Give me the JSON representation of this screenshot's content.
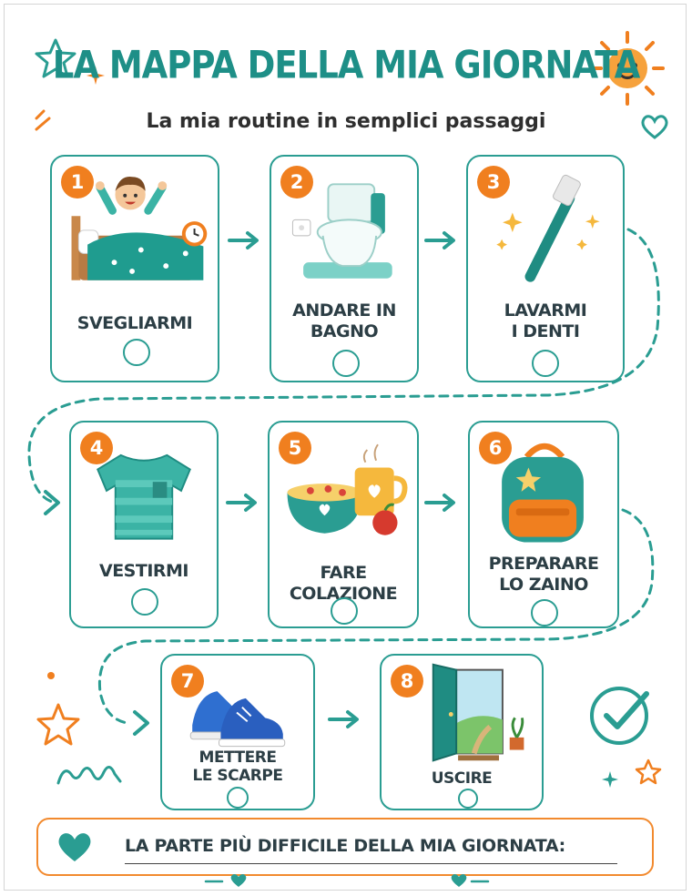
{
  "header": {
    "title": "LA MAPPA DELLA MIA GIORNATA",
    "subtitle": "La mia routine in semplici passaggi"
  },
  "steps": [
    {
      "number": "1",
      "label_lines": [
        "SVEGLIARMI"
      ]
    },
    {
      "number": "2",
      "label_lines": [
        "ANDARE IN",
        "BAGNO"
      ]
    },
    {
      "number": "3",
      "label_lines": [
        "LAVARMI",
        "I DENTI"
      ]
    },
    {
      "number": "4",
      "label_lines": [
        "VESTIRMI"
      ]
    },
    {
      "number": "5",
      "label_lines": [
        "FARE COLAZIONE"
      ]
    },
    {
      "number": "6",
      "label_lines": [
        "PREPARARE",
        "LO ZAINO"
      ]
    },
    {
      "number": "7",
      "label_lines": [
        "METTERE",
        "LE SCARPE"
      ]
    },
    {
      "number": "8",
      "label_lines": [
        "USCIRE"
      ]
    }
  ],
  "footer": {
    "hardest_part_label": "LA PARTE PIÙ DIFFICILE DELLA MIA GIORNATA:"
  },
  "colors": {
    "teal": "#2a9d92",
    "orange": "#f07f1f",
    "text": "#2c3e45"
  }
}
